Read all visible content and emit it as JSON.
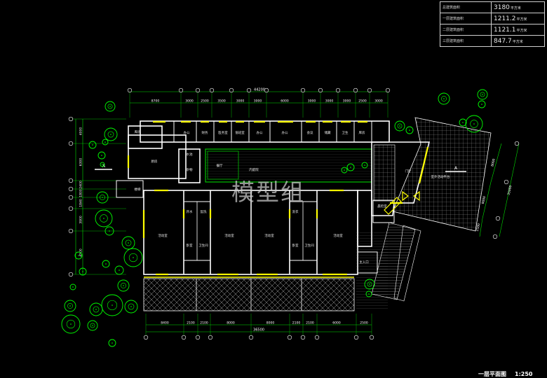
{
  "area_table": [
    {
      "label": "总建筑面积",
      "value": "3180",
      "unit": "平方米"
    },
    {
      "label": "一层建筑面积",
      "value": "1211.2",
      "unit": "平方米"
    },
    {
      "label": "二层建筑面积",
      "value": "1121.1",
      "unit": "平方米"
    },
    {
      "label": "三层建筑面积",
      "value": "847.7",
      "unit": "平方米"
    }
  ],
  "dims_top": {
    "total": "44200",
    "segments": [
      "8700",
      "3000",
      "2500",
      "3500",
      "3000",
      "3000",
      "6000",
      "3000",
      "3000",
      "3000",
      "2500",
      "3000"
    ]
  },
  "dims_bottom": {
    "total": "36500",
    "segments": [
      "8400",
      "2100",
      "2100",
      "8000",
      "8000",
      "2100",
      "2100",
      "6000",
      "2500"
    ]
  },
  "dims_left": [
    "4000",
    "6300",
    "2400",
    "1800",
    "1840",
    "3900",
    "4500"
  ],
  "dims_right": [
    "8000",
    "8000",
    "2500",
    "35000"
  ],
  "section_marks": [
    "A",
    "A"
  ],
  "rooms": [
    {
      "key": "r1",
      "label": "厨房"
    },
    {
      "key": "r2",
      "label": "库房"
    },
    {
      "key": "r3",
      "label": "办公"
    },
    {
      "key": "r4",
      "label": "财务"
    },
    {
      "key": "r5",
      "label": "医务室"
    },
    {
      "key": "r6",
      "label": "值班室"
    },
    {
      "key": "r7",
      "label": "办公"
    },
    {
      "key": "r8",
      "label": "办公"
    },
    {
      "key": "r9",
      "label": "会议"
    },
    {
      "key": "r10",
      "label": "储藏"
    },
    {
      "key": "r11",
      "label": "卫生"
    },
    {
      "key": "r12",
      "label": "库房"
    },
    {
      "key": "r13",
      "label": "门厅"
    },
    {
      "key": "r14",
      "label": "内庭院"
    },
    {
      "key": "r15",
      "label": "餐厅"
    },
    {
      "key": "r16",
      "label": "活动室"
    },
    {
      "key": "r17",
      "label": "活动室"
    },
    {
      "key": "r18",
      "label": "活动室"
    },
    {
      "key": "r19",
      "label": "活动室"
    },
    {
      "key": "r20",
      "label": "卧室"
    },
    {
      "key": "r21",
      "label": "卫生间"
    },
    {
      "key": "r22",
      "label": "卧室"
    },
    {
      "key": "r23",
      "label": "卫生间"
    },
    {
      "key": "r24",
      "label": "晨检室"
    },
    {
      "key": "r25",
      "label": "主入口"
    },
    {
      "key": "r26",
      "label": "室外活动平台"
    },
    {
      "key": "r27",
      "label": "楼梯"
    },
    {
      "key": "r28",
      "label": "水池"
    },
    {
      "key": "r29",
      "label": "杂物"
    },
    {
      "key": "r30",
      "label": "开水"
    },
    {
      "key": "r31",
      "label": "盥洗"
    },
    {
      "key": "r32",
      "label": "洗衣"
    }
  ],
  "watermark": "模型组",
  "title": {
    "text": "一层平面图",
    "scale": "1:250"
  },
  "colors": {
    "background": "#000000",
    "wall": "#ffffff",
    "window": "#ffff00",
    "vegetation": "#00ff00",
    "dimension": "#00e000",
    "hatch": "#c8c8c8"
  }
}
